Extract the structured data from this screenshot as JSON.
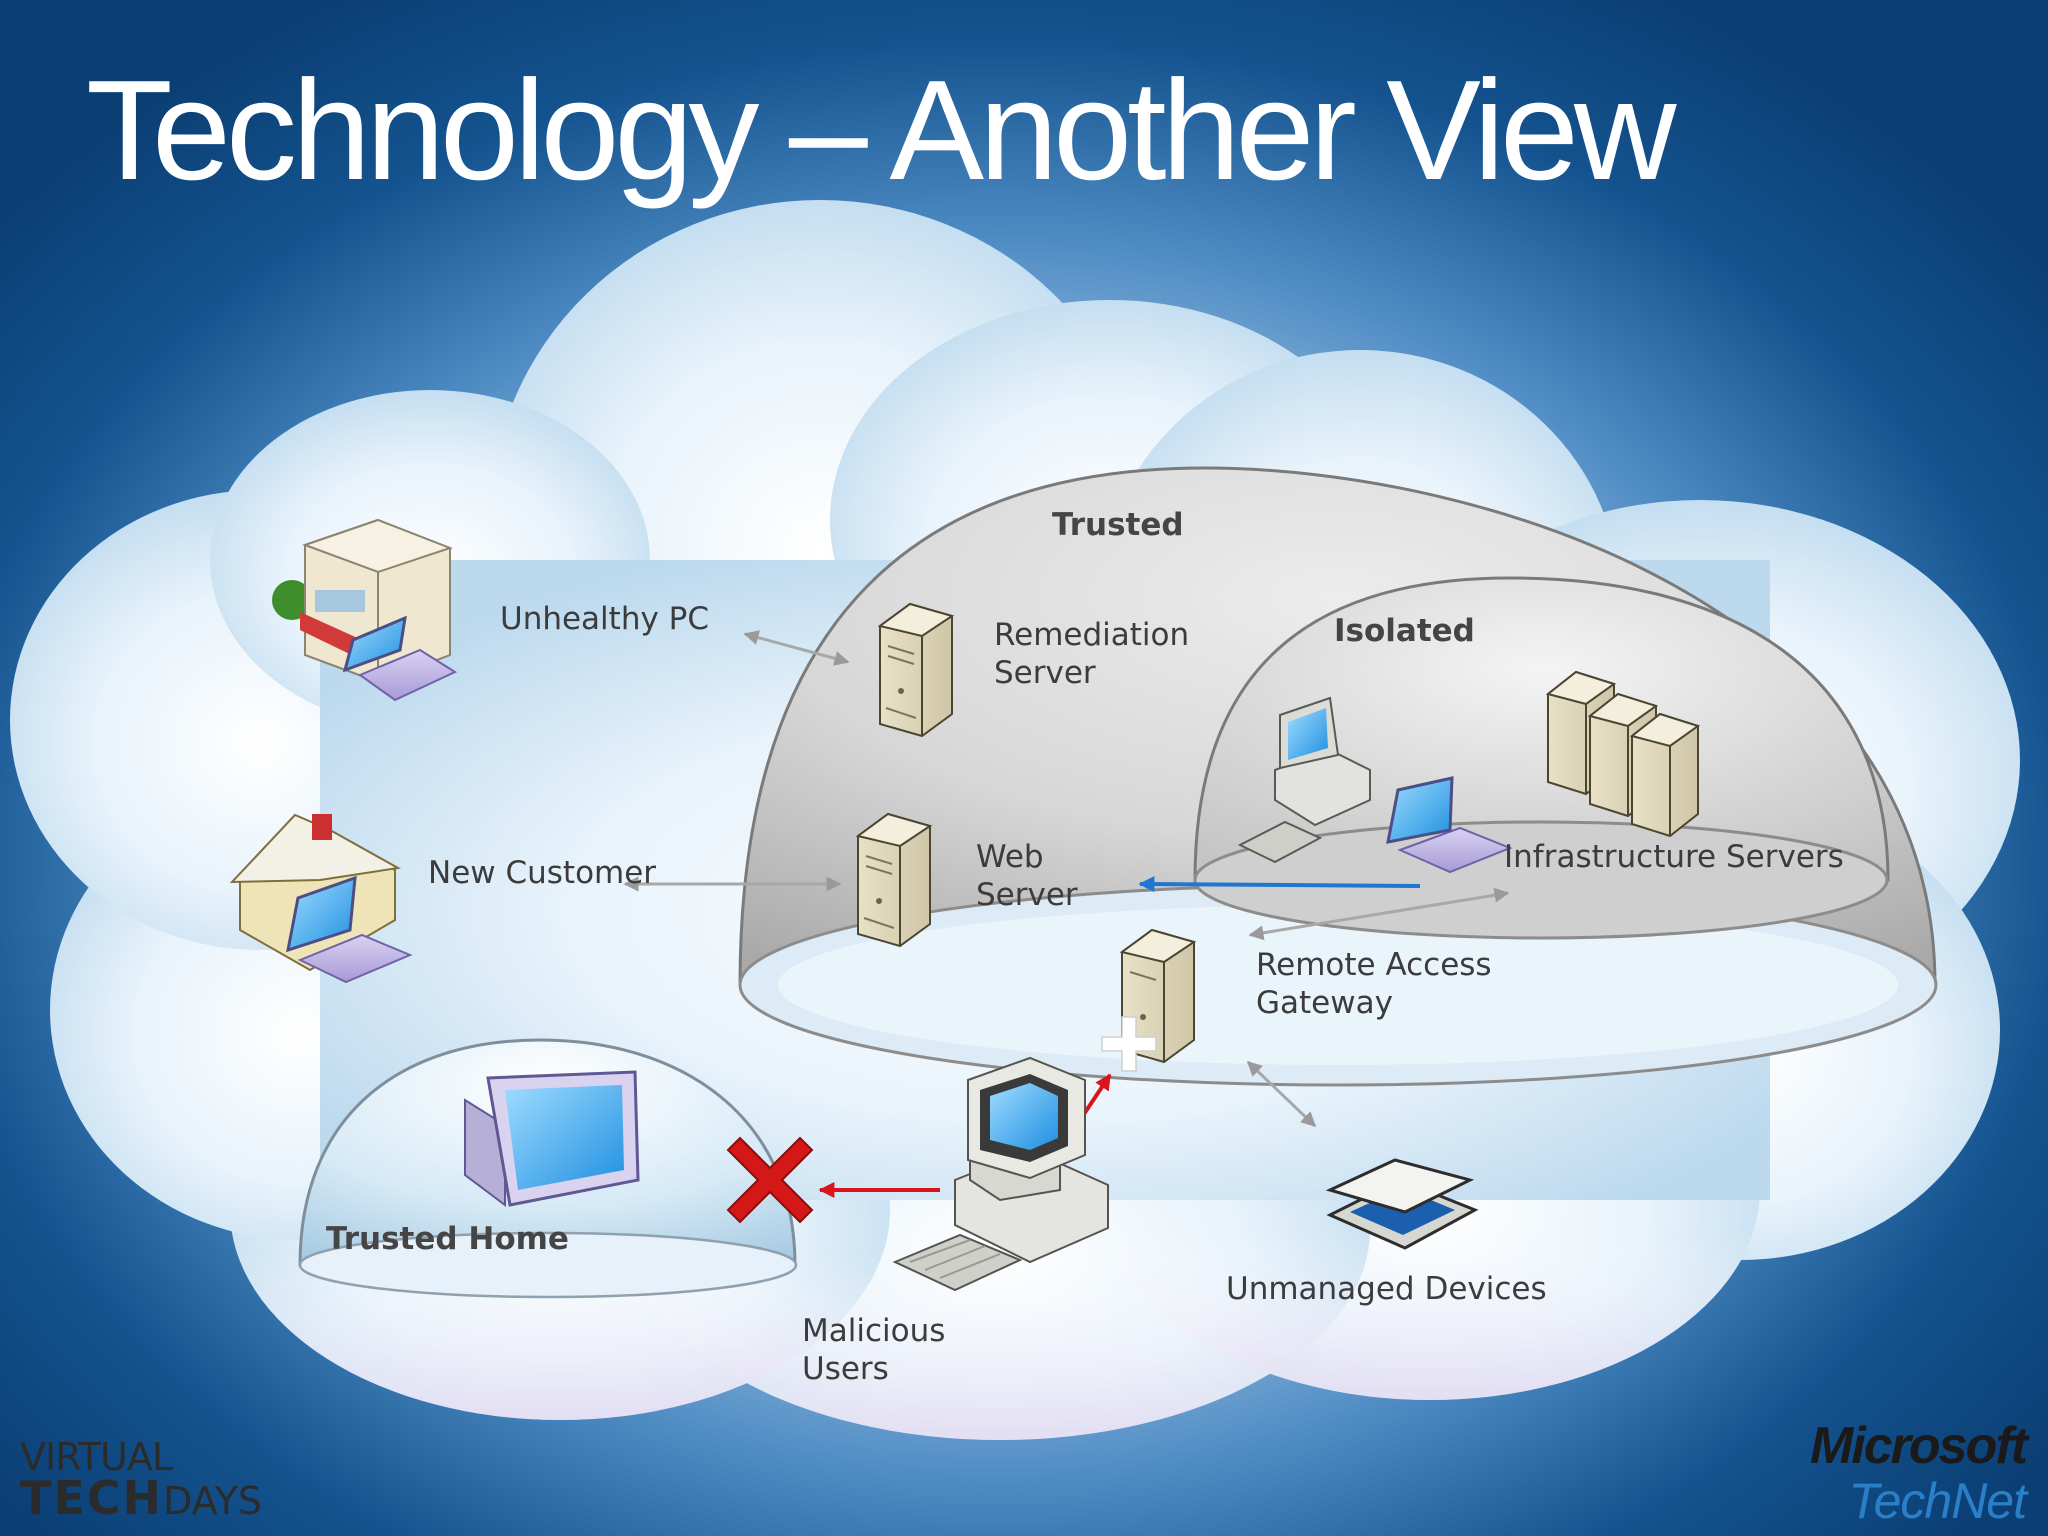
{
  "slide": {
    "title": "Technology – Another View"
  },
  "zones": {
    "trusted": "Trusted",
    "isolated": "Isolated",
    "trusted_home": "Trusted Home"
  },
  "nodes": {
    "unhealthy_pc": "Unhealthy PC",
    "remediation_server": [
      "Remediation",
      "Server"
    ],
    "new_customer": "New Customer",
    "web_server": [
      "Web",
      "Server"
    ],
    "infrastructure_servers": "Infrastructure Servers",
    "remote_access_gateway": [
      "Remote Access",
      "Gateway"
    ],
    "unmanaged_devices": "Unmanaged Devices",
    "malicious_users": [
      "Malicious",
      "Users"
    ]
  },
  "logos": {
    "left_line1": "VIRTUAL",
    "left_line2_bold": "TECH",
    "left_line2_rest": "DAYS",
    "right_brand": "Microsoft",
    "right_sub": "TechNet"
  },
  "colors": {
    "arrow_gray": "#a8a8a8",
    "arrow_blue": "#1f77d0",
    "arrow_red": "#d8141c",
    "blocked_x": "#d41818"
  }
}
